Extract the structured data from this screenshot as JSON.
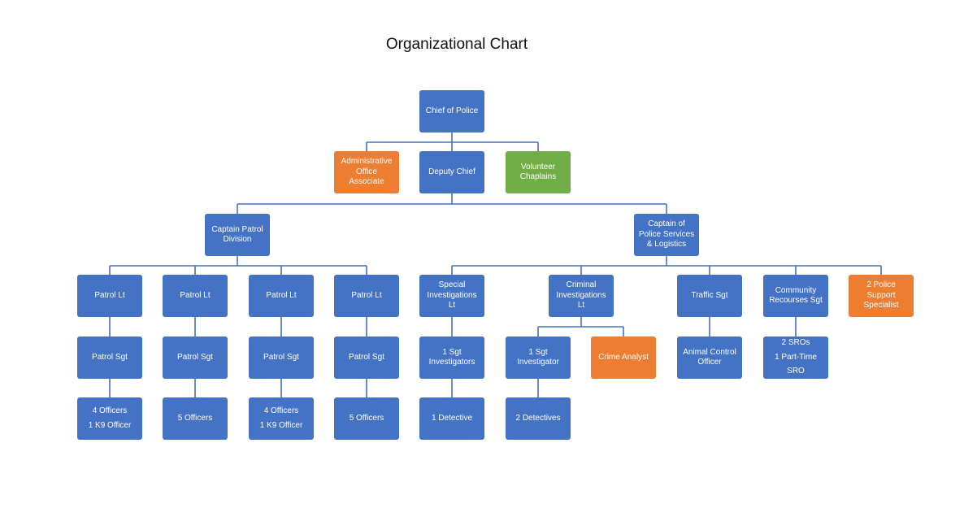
{
  "title": "Organizational Chart",
  "colors": {
    "blue": "#4472C4",
    "orange": "#ED7D31",
    "green": "#70AD47",
    "connector": "#4472C4"
  },
  "nodes": [
    {
      "id": "chief",
      "lines": [
        "Chief of Police"
      ],
      "color": "blue"
    },
    {
      "id": "admin",
      "lines": [
        "Administrative",
        "Office",
        "Associate"
      ],
      "color": "orange",
      "parent": "chief"
    },
    {
      "id": "deputy",
      "lines": [
        "Deputy Chief"
      ],
      "color": "blue",
      "parent": "chief"
    },
    {
      "id": "chaplains",
      "lines": [
        "Volunteer",
        "Chaplains"
      ],
      "color": "green",
      "parent": "chief"
    },
    {
      "id": "cap-patrol",
      "lines": [
        "Captain Patrol",
        "Division"
      ],
      "color": "blue",
      "parent": "deputy"
    },
    {
      "id": "cap-services",
      "lines": [
        "Captain of",
        "Police Services",
        "& Logistics"
      ],
      "color": "blue",
      "parent": "deputy"
    },
    {
      "id": "lt1",
      "lines": [
        "Patrol Lt"
      ],
      "color": "blue",
      "parent": "cap-patrol"
    },
    {
      "id": "lt2",
      "lines": [
        "Patrol Lt"
      ],
      "color": "blue",
      "parent": "cap-patrol"
    },
    {
      "id": "lt3",
      "lines": [
        "Patrol Lt"
      ],
      "color": "blue",
      "parent": "cap-patrol"
    },
    {
      "id": "lt4",
      "lines": [
        "Patrol Lt"
      ],
      "color": "blue",
      "parent": "cap-patrol"
    },
    {
      "id": "sil",
      "lines": [
        "Special",
        "Investigations",
        "Lt"
      ],
      "color": "blue",
      "parent": "cap-services"
    },
    {
      "id": "cil",
      "lines": [
        "Criminal",
        "Investigations",
        "Lt"
      ],
      "color": "blue",
      "parent": "cap-services"
    },
    {
      "id": "traffic",
      "lines": [
        "Traffic Sgt"
      ],
      "color": "blue",
      "parent": "cap-services"
    },
    {
      "id": "community",
      "lines": [
        "Community",
        "Recourses Sgt"
      ],
      "color": "blue",
      "parent": "cap-services"
    },
    {
      "id": "support",
      "lines": [
        "2 Police",
        "Support",
        "Specialist"
      ],
      "color": "orange",
      "parent": "cap-services"
    },
    {
      "id": "sgt1",
      "lines": [
        "Patrol Sgt"
      ],
      "color": "blue",
      "parent": "lt1"
    },
    {
      "id": "sgt2",
      "lines": [
        "Patrol Sgt"
      ],
      "color": "blue",
      "parent": "lt2"
    },
    {
      "id": "sgt3",
      "lines": [
        "Patrol Sgt"
      ],
      "color": "blue",
      "parent": "lt3"
    },
    {
      "id": "sgt4",
      "lines": [
        "Patrol Sgt"
      ],
      "color": "blue",
      "parent": "lt4"
    },
    {
      "id": "si-sgt",
      "lines": [
        "1 Sgt",
        "Investigators"
      ],
      "color": "blue",
      "parent": "sil"
    },
    {
      "id": "ci-sgt",
      "lines": [
        "1 Sgt",
        "Investigator"
      ],
      "color": "blue",
      "parent": "cil"
    },
    {
      "id": "analyst",
      "lines": [
        "Crime Analyst"
      ],
      "color": "orange",
      "parent": "cil"
    },
    {
      "id": "animal",
      "lines": [
        "Animal Control",
        "Officer"
      ],
      "color": "blue",
      "parent": "traffic"
    },
    {
      "id": "sro",
      "lines": [
        "2 SROs",
        "1 Part-Time",
        "SRO"
      ],
      "color": "blue",
      "parent": "community"
    },
    {
      "id": "off1",
      "lines": [
        "4 Officers",
        "1 K9 Officer"
      ],
      "color": "blue",
      "parent": "sgt1"
    },
    {
      "id": "off2",
      "lines": [
        "5 Officers"
      ],
      "color": "blue",
      "parent": "sgt2"
    },
    {
      "id": "off3",
      "lines": [
        "4 Officers",
        "1 K9 Officer"
      ],
      "color": "blue",
      "parent": "sgt3"
    },
    {
      "id": "off4",
      "lines": [
        "5 Officers"
      ],
      "color": "blue",
      "parent": "sgt4"
    },
    {
      "id": "det1",
      "lines": [
        "1 Detective"
      ],
      "color": "blue",
      "parent": "si-sgt"
    },
    {
      "id": "det2",
      "lines": [
        "2 Detectives"
      ],
      "color": "blue",
      "parent": "ci-sgt"
    }
  ]
}
